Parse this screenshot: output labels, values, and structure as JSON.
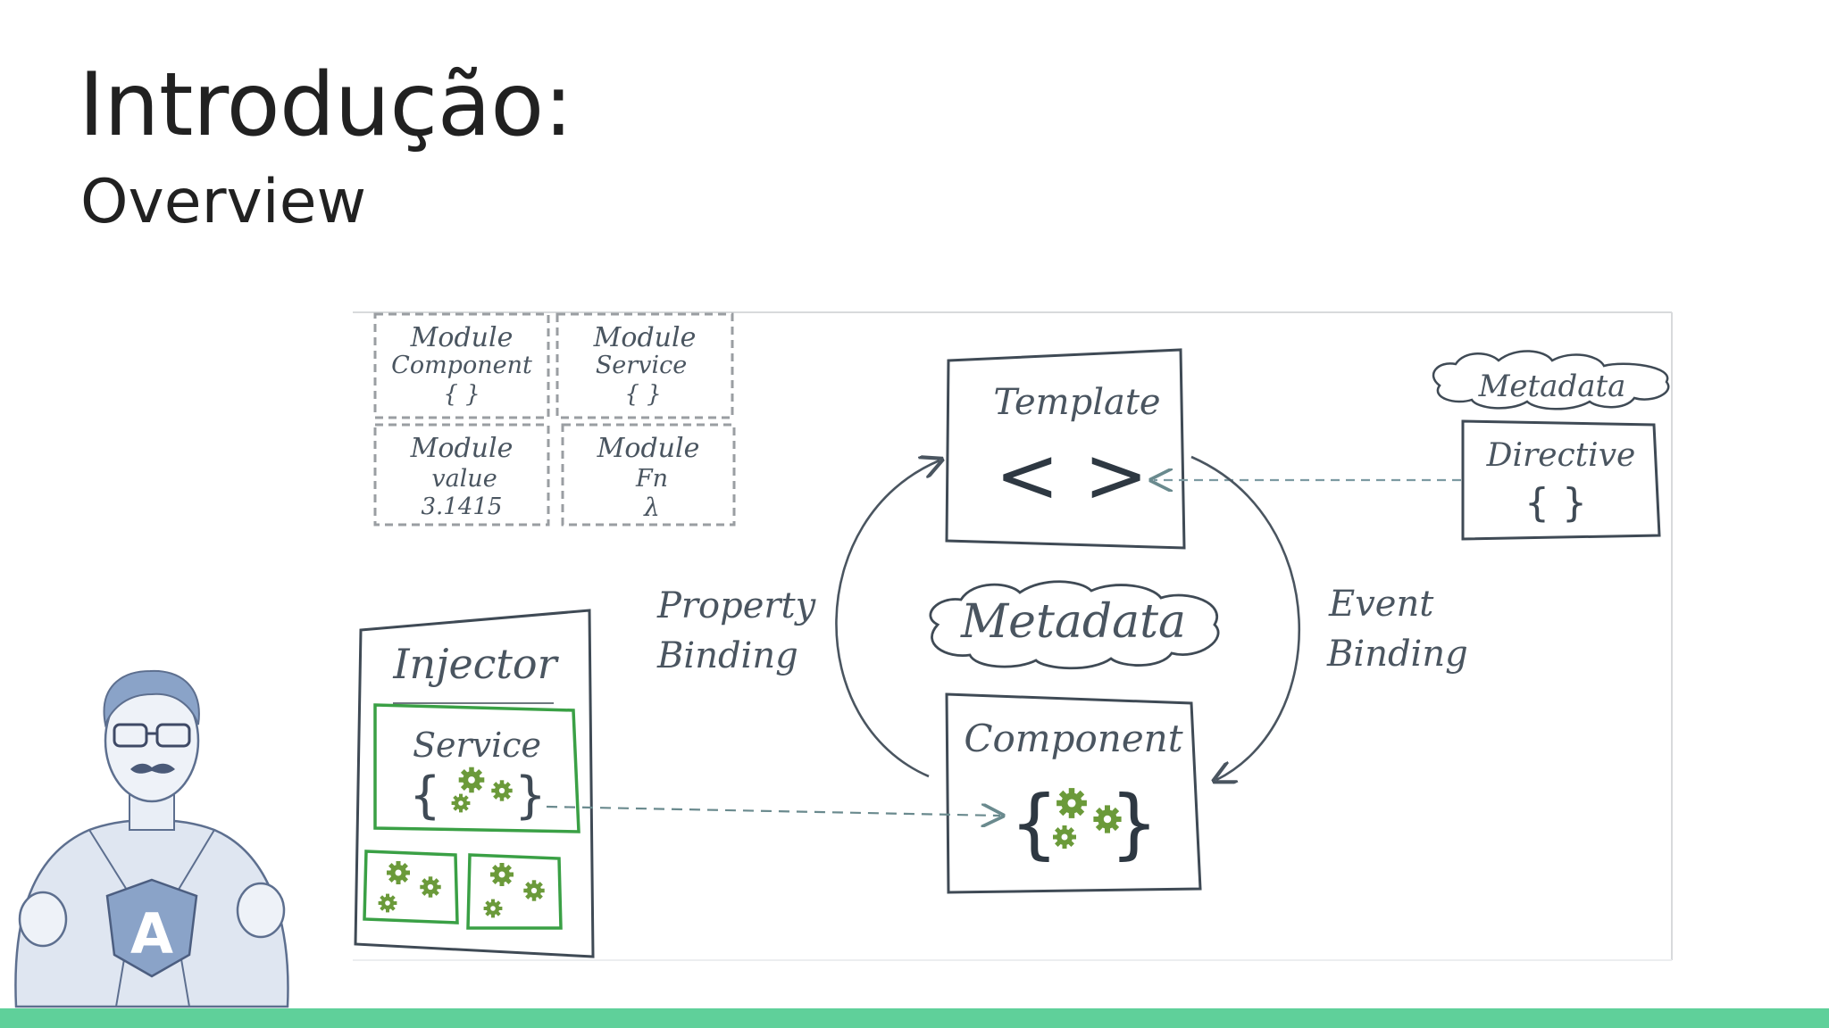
{
  "slide": {
    "title": "Introdução:",
    "subtitle": "Overview"
  },
  "diagram": {
    "modules": [
      {
        "line1": "Module",
        "line2": "Component",
        "line3": "{ }"
      },
      {
        "line1": "Module",
        "line2": "Service",
        "line3": "{ }"
      },
      {
        "line1": "Module",
        "line2": "value",
        "line3": "3.1415"
      },
      {
        "line1": "Module",
        "line2": "Fn",
        "line3": "λ"
      }
    ],
    "template": {
      "label": "Template",
      "symbol": "< >"
    },
    "component": {
      "label": "Component",
      "symbol_left": "{",
      "symbol_right": "}"
    },
    "center_metadata": "Metadata",
    "top_metadata": "Metadata",
    "directive": {
      "label": "Directive",
      "symbol": "{ }"
    },
    "property_binding": {
      "line1": "Property",
      "line2": "Binding"
    },
    "event_binding": {
      "line1": "Event",
      "line2": "Binding"
    },
    "injector": {
      "label": "Injector",
      "service_label": "Service",
      "service_left": "{",
      "service_right": "}"
    }
  },
  "mascot": {
    "badge_letter": "A"
  },
  "colors": {
    "accent_bar": "#5fd09a",
    "sketch_ink": "#3f4a55",
    "service_green": "#3aa045",
    "gear_green": "#6b9a3a",
    "mascot_blue": "#8aa3c8"
  }
}
